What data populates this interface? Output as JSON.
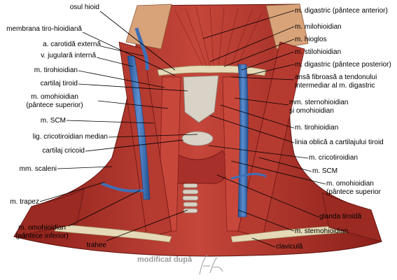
{
  "labels_left": [
    {
      "id": "osul-hioid",
      "text": "osul hioid"
    },
    {
      "id": "membrana-tiro-hioidiana",
      "text": "membrana tiro-hioidiană"
    },
    {
      "id": "a-carotida-externa",
      "text": "a. carotidă externă"
    },
    {
      "id": "v-jugulara-interna",
      "text": "v. jugulară internă"
    },
    {
      "id": "m-tirohioidian-left",
      "text": "m. tirohioidian"
    },
    {
      "id": "cartilaj-tiroid",
      "text": "cartilaj tiroid"
    },
    {
      "id": "m-omohioidian-sup-left-1",
      "text": "m. omohioidian"
    },
    {
      "id": "m-omohioidian-sup-left-2",
      "text": "(pântece superior)"
    },
    {
      "id": "m-scm-left",
      "text": "m. SCM"
    },
    {
      "id": "lig-cricotiroidian-median",
      "text": "lig. cricotiroidian median"
    },
    {
      "id": "cartilaj-cricoid",
      "text": "cartilaj cricoid"
    },
    {
      "id": "mm-scaleni",
      "text": "mm. scaleni"
    },
    {
      "id": "m-trapez",
      "text": "m. trapez"
    },
    {
      "id": "m-omohioidian-inf-1",
      "text": "m. omohioidian"
    },
    {
      "id": "m-omohioidian-inf-2",
      "text": "(pântece inferior)"
    },
    {
      "id": "trahee",
      "text": "trahee"
    }
  ],
  "labels_right": [
    {
      "id": "m-digastric-anterior",
      "text": "m. digastric (pântece anterior)"
    },
    {
      "id": "m-milohioidian",
      "text": "m. milohioidian"
    },
    {
      "id": "m-hioglos",
      "text": "m. hioglos"
    },
    {
      "id": "m-stilohioidian",
      "text": "m. stilohioidian"
    },
    {
      "id": "m-digastric-posterior",
      "text": "m. digastric (pântece posterior)"
    },
    {
      "id": "ansa-fibroasa-1",
      "text": "ansă fibroasă a tendonului"
    },
    {
      "id": "ansa-fibroasa-2",
      "text": "intermediar al m. digastric"
    },
    {
      "id": "mm-sternohioidian-1",
      "text": "mm. sternohioidian"
    },
    {
      "id": "mm-sternohioidian-2",
      "text": "şi omohioidian"
    },
    {
      "id": "m-tirohioidian-right",
      "text": "m. tirohioidian"
    },
    {
      "id": "linia-oblica",
      "text": "linia oblică a cartilajului tiroid"
    },
    {
      "id": "m-cricotiroidian",
      "text": "m. cricotiroidian"
    },
    {
      "id": "m-scm-right",
      "text": "m. SCM"
    },
    {
      "id": "m-omohioidian-sup-right-1",
      "text": "m. omohioidian"
    },
    {
      "id": "m-omohioidian-sup-right-2",
      "text": "(pântece superior"
    },
    {
      "id": "glanda-tiroida",
      "text": "glanda tiroidă"
    },
    {
      "id": "m-sternohioidian",
      "text": "m. sternohioidian"
    },
    {
      "id": "clavicula",
      "text": "claviculă"
    }
  ],
  "caption": "modificat după",
  "colors": {
    "muscle": "#b8352c",
    "muscle_dark": "#7e1a16",
    "muscle_light": "#d6584a",
    "vein": "#3f6fb6",
    "cartilage": "#d9d2c6",
    "tendon": "#e6d9b8",
    "leader": "#000000"
  }
}
